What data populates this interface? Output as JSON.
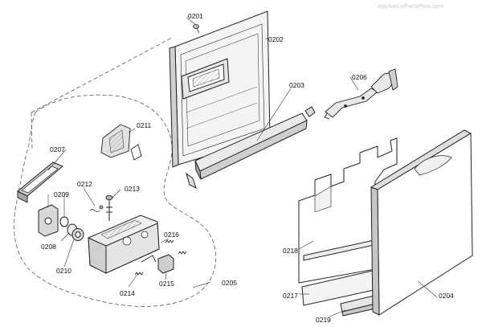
{
  "watermark": "AppliancePartsPros.com",
  "part_labels": {
    "p0201": "0201",
    "p0202": "0202",
    "p0203": "0203",
    "p0204": "0204",
    "p0205": "0205",
    "p0206": "0206",
    "p0207": "0207",
    "p0208": "0208",
    "p0209": "0209",
    "p0210": "0210",
    "p0211": "0211",
    "p0212": "0212",
    "p0213": "0213",
    "p0214": "0214",
    "p0215": "0215",
    "p0216": "0216",
    "p0217": "0217",
    "p0218": "0218",
    "p0219": "0219"
  }
}
